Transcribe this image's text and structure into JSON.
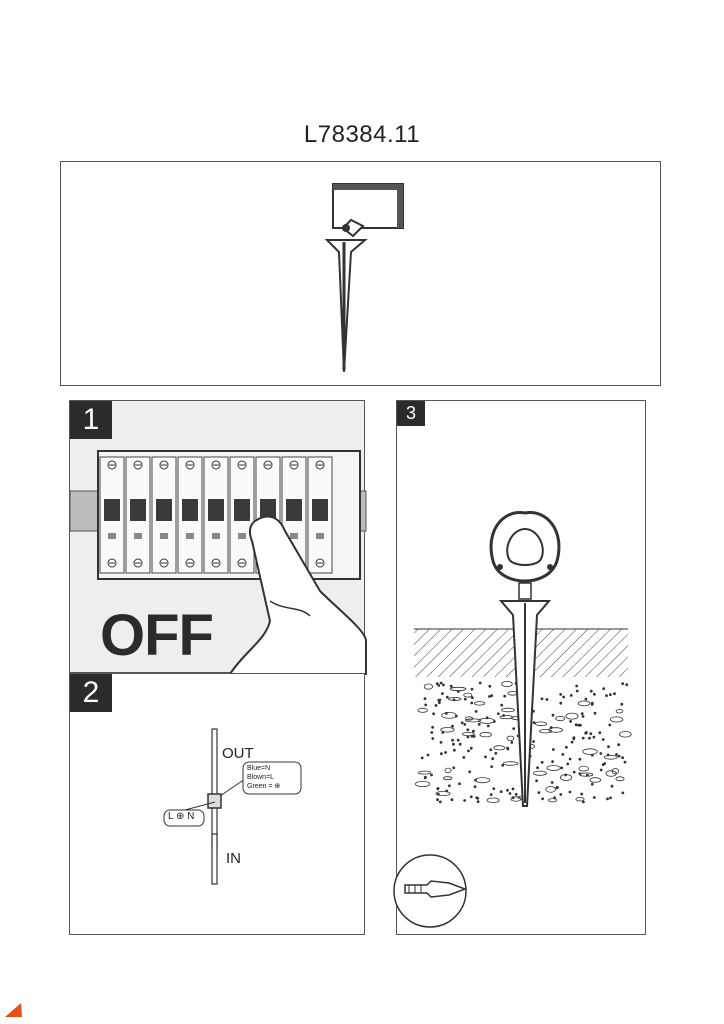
{
  "document": {
    "model_number": "L78384.11"
  },
  "steps": [
    {
      "number": "1",
      "text": "OFF"
    },
    {
      "number": "2",
      "out_label": "OUT",
      "in_label": "IN",
      "terminal_label": "L ⊕ N",
      "wiring": [
        "Blue=N",
        "Blown=L",
        "Green = ⊕"
      ]
    },
    {
      "number": "3"
    }
  ],
  "colors": {
    "badge": "#2b2b2b",
    "line": "#333333",
    "logo": "#e8501a"
  },
  "icons": [
    "spotlight-fixture",
    "breaker-panel",
    "hand",
    "ground-spike",
    "screwdriver"
  ]
}
